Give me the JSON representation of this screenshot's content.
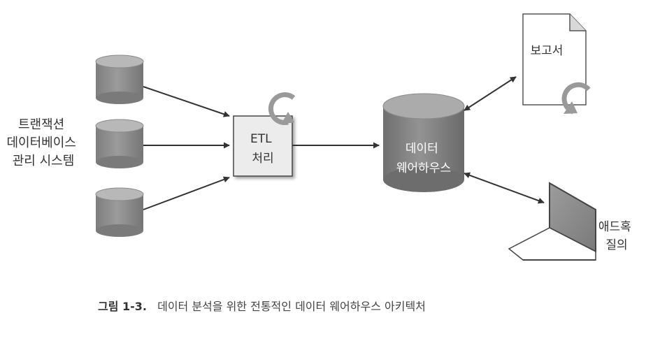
{
  "source_label": {
    "lines": [
      "트랜잭션",
      "데이터베이스",
      "관리 시스템"
    ]
  },
  "etl": {
    "lines": [
      "ETL",
      "처리"
    ]
  },
  "warehouse": {
    "lines": [
      "데이터",
      "웨어하우스"
    ]
  },
  "report": {
    "label": "보고서"
  },
  "adhoc": {
    "lines": [
      "애드혹",
      "질의"
    ]
  },
  "caption": {
    "number": "그림 1-3.",
    "text": "데이터 분석을 위한 전통적인 데이터 웨어하우스 아키텍처"
  },
  "colors": {
    "cylinder_body": "#8a8a8a",
    "cylinder_top": "#b5b5b5",
    "etl_fill": "#ececec",
    "refresh_icon": "#9a9a9a",
    "arrow": "#333333"
  },
  "icons": [
    "database-icon",
    "refresh-icon",
    "document-icon",
    "laptop-icon"
  ]
}
